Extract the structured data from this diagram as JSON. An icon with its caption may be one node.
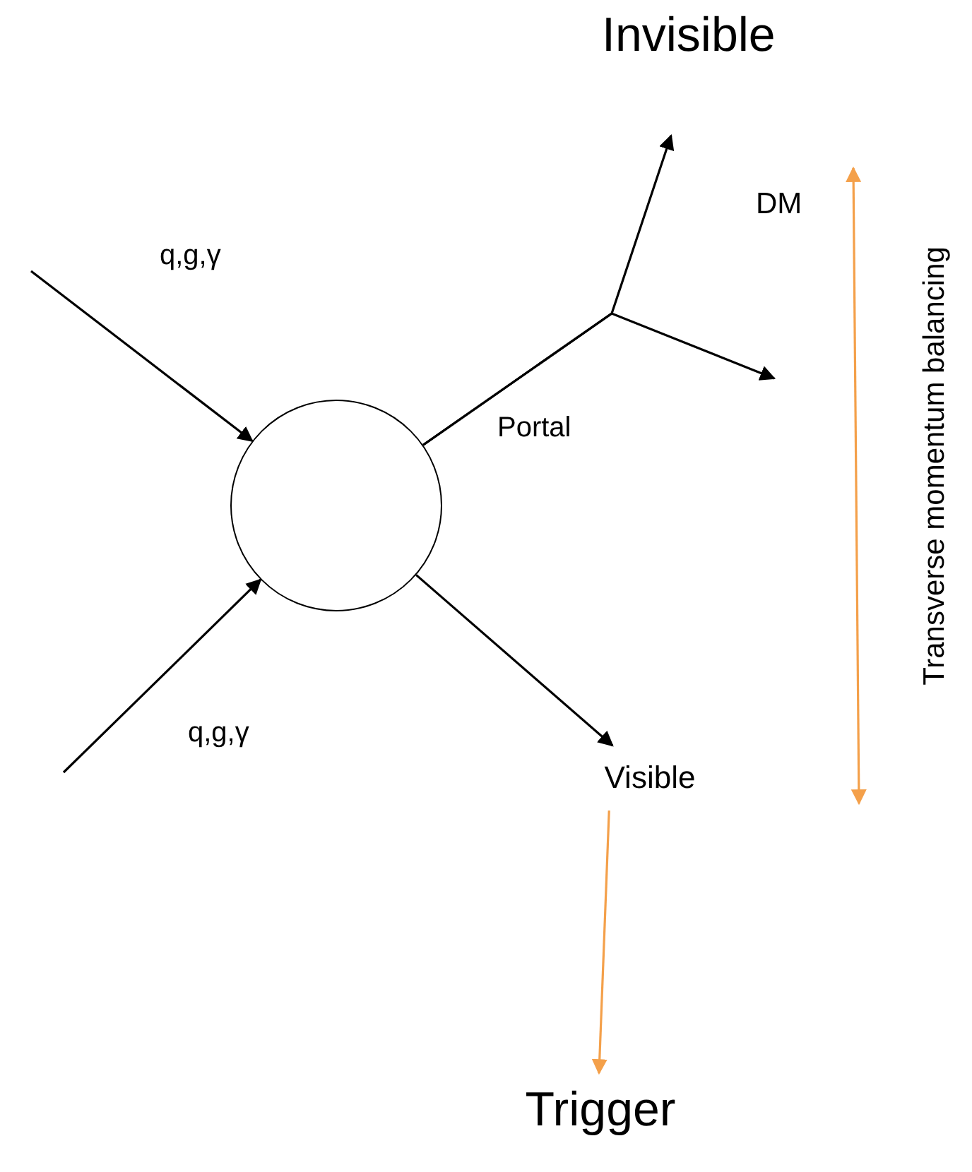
{
  "diagram": {
    "nodes": [
      {
        "text": [],
        "shape": "circle"
      },
      {
        "text": [
          "Visible"
        ]
      },
      {
        "text": [
          "Trigger"
        ]
      }
    ],
    "edges": [
      {
        "from": null,
        "to": 0,
        "arrow": "to",
        "label": "q,g,γ"
      },
      {
        "from": null,
        "to": 0,
        "arrow": "to",
        "label": "q,g,γ"
      },
      {
        "from": 0,
        "to": null,
        "arrow": "to",
        "label": "Portal"
      },
      {
        "from": 0,
        "to": null,
        "arrow": "to"
      },
      {
        "from": 0,
        "to": 1,
        "arrow": "to"
      },
      {
        "from": 1,
        "to": 2,
        "arrow": "to",
        "color": "#f4a04a"
      }
    ],
    "labels": [
      "Invisible",
      "DM",
      "Transverse momentum balancing"
    ]
  }
}
